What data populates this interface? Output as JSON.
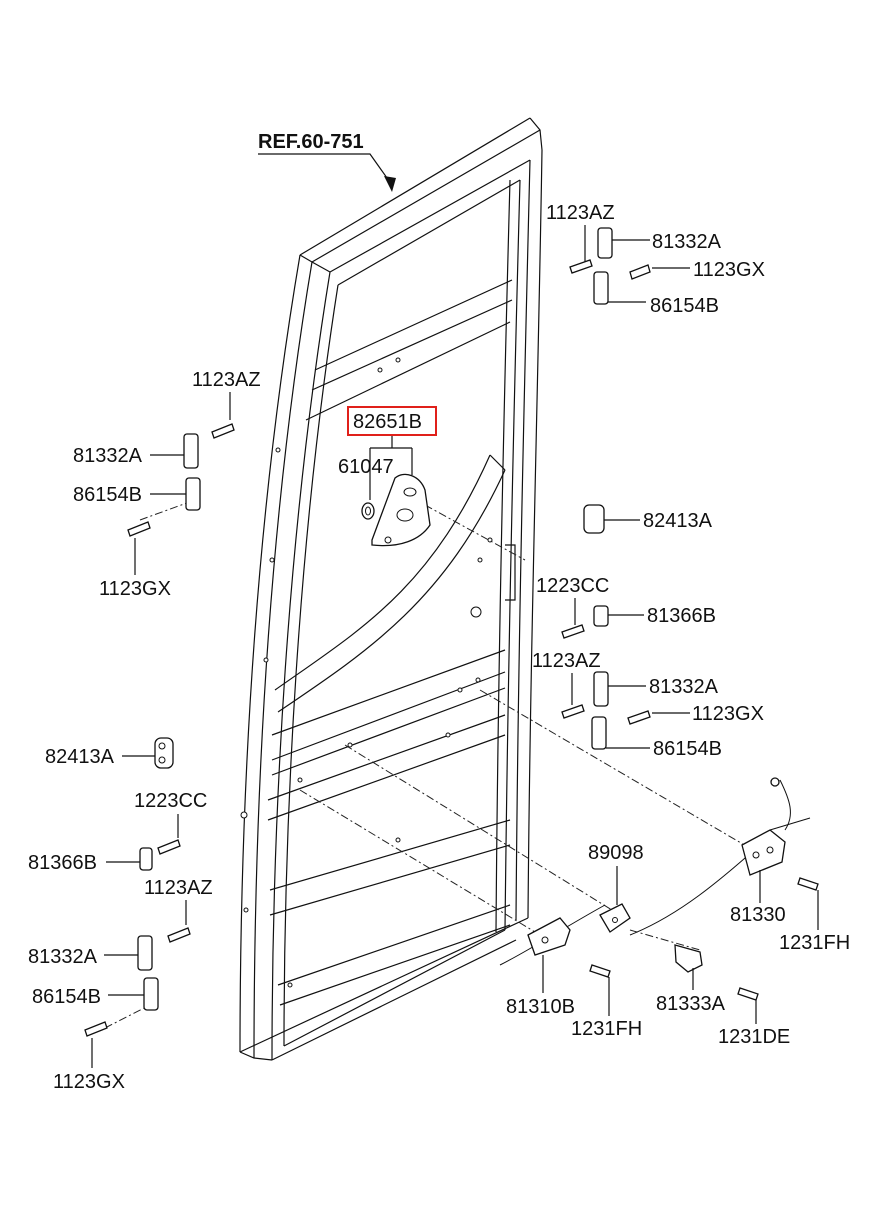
{
  "diagram": {
    "ref_label": "REF.60-751",
    "highlighted_part": "82651B",
    "highlight_color": "#e0201a",
    "labels": {
      "top_right_1123az": "1123AZ",
      "top_right_81332a": "81332A",
      "top_right_1123gx": "1123GX",
      "top_right_86154b": "86154B",
      "left_1123az": "1123AZ",
      "left_81332a": "81332A",
      "left_86154b": "86154B",
      "left_1123gx": "1123GX",
      "center_82651b": "82651B",
      "center_61047": "61047",
      "right_82413a": "82413A",
      "right_1223cc": "1223CC",
      "right_81366b": "81366B",
      "mid_right_1123az": "1123AZ",
      "mid_right_81332a": "81332A",
      "mid_right_1123gx": "1123GX",
      "mid_right_86154b": "86154B",
      "left_82413a": "82413A",
      "left_1223cc": "1223CC",
      "left_81366b": "81366B",
      "low_left_1123az": "1123AZ",
      "low_left_81332a": "81332A",
      "low_left_86154b": "86154B",
      "low_left_1123gx": "1123GX",
      "bottom_89098": "89098",
      "bottom_81330": "81330",
      "bottom_1231fh_right": "1231FH",
      "bottom_81310b": "81310B",
      "bottom_1231fh_mid": "1231FH",
      "bottom_81333a": "81333A",
      "bottom_1231de": "1231DE"
    }
  }
}
